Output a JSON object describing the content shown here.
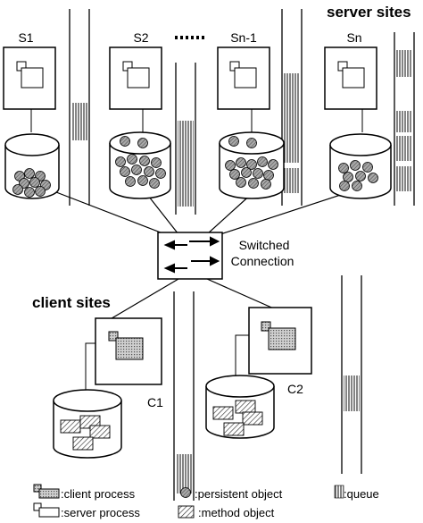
{
  "headings": {
    "server_sites": "server sites",
    "client_sites": "client sites"
  },
  "servers": [
    {
      "label": "S1"
    },
    {
      "label": "S2"
    },
    {
      "label": "Sn-1"
    },
    {
      "label": "Sn"
    }
  ],
  "clients": [
    {
      "label": "C1"
    },
    {
      "label": "C2"
    }
  ],
  "switch": {
    "line1": "Switched",
    "line2": "Connection"
  },
  "legend": {
    "client_process": ":client process",
    "server_process": ":server process",
    "persistent_object": ":persistent object",
    "method_object": ":method object",
    "queue": ":queue"
  },
  "colors": {
    "stroke": "#000000",
    "hatch": "#555555",
    "object_fill": "#9a9a9a"
  },
  "icons": {
    "ellipsis": "dotted-separator",
    "switch": "bidirectional-arrows"
  }
}
